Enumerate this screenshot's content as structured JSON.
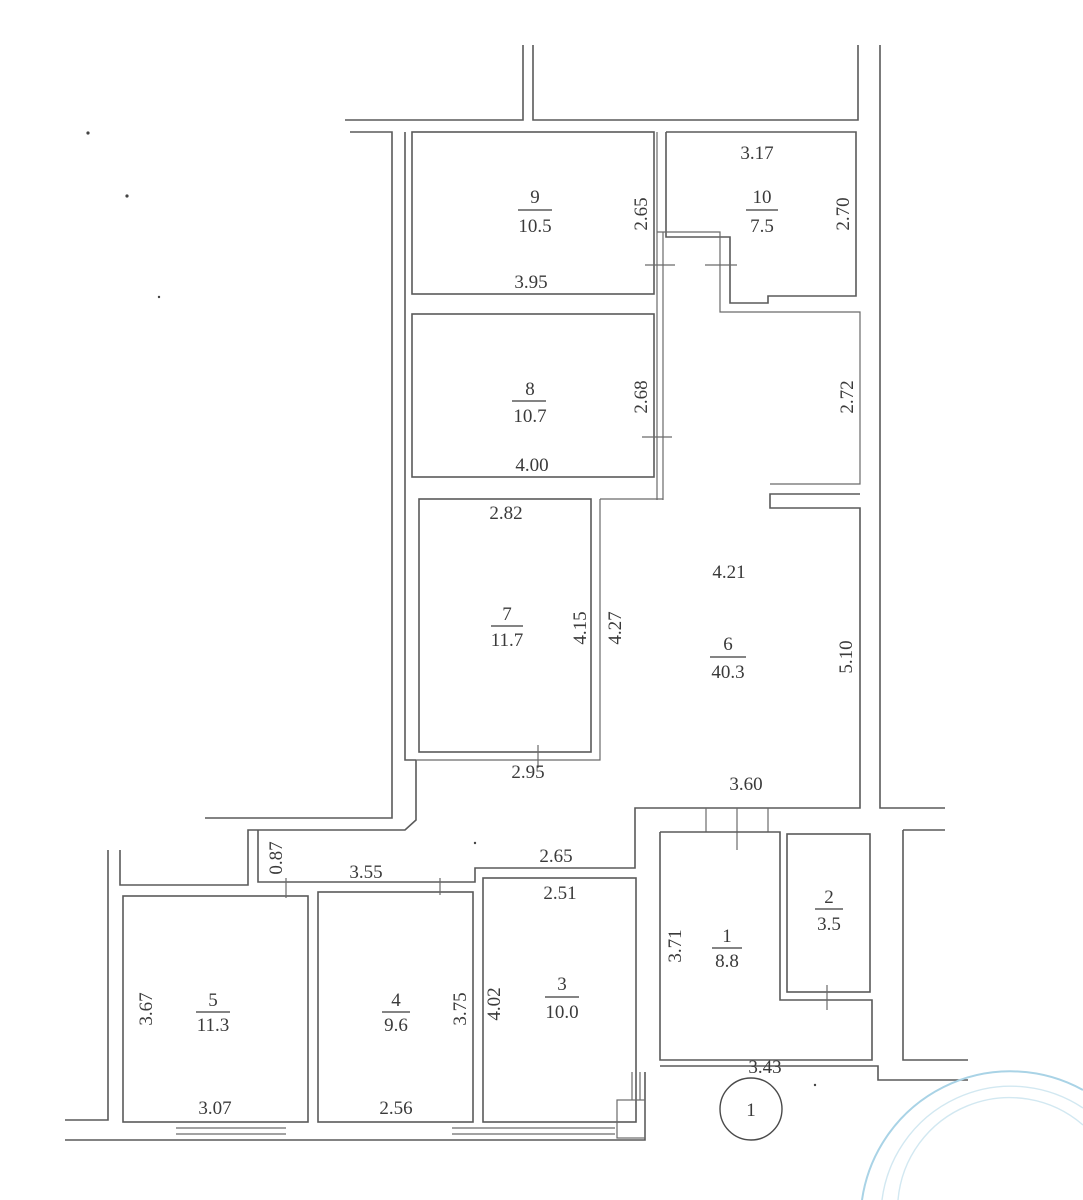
{
  "plan": {
    "marker_label": "1",
    "stamp_color": "#a9d3e6",
    "line_color": "#5a5a5a"
  },
  "rooms": {
    "r1": {
      "number": "1",
      "area": "8.8"
    },
    "r2": {
      "number": "2",
      "area": "3.5"
    },
    "r3": {
      "number": "3",
      "area": "10.0"
    },
    "r4": {
      "number": "4",
      "area": "9.6"
    },
    "r5": {
      "number": "5",
      "area": "11.3"
    },
    "r6": {
      "number": "6",
      "area": "40.3"
    },
    "r7": {
      "number": "7",
      "area": "11.7"
    },
    "r8": {
      "number": "8",
      "area": "10.7"
    },
    "r9": {
      "number": "9",
      "area": "10.5"
    },
    "r10": {
      "number": "10",
      "area": "7.5"
    }
  },
  "dimensions": {
    "r9_width": "3.95",
    "r9_height": "2.65",
    "r10_width": "3.17",
    "r10_height": "2.70",
    "r8_width": "4.00",
    "r8_height": "2.68",
    "corridor_height": "2.72",
    "r7_top": "2.82",
    "r7_bottom": "2.95",
    "r7_height": "4.15",
    "r6_left": "4.27",
    "r6_width": "4.21",
    "r6_height": "5.10",
    "r6_bottom": "3.60",
    "passage": "0.87",
    "hall": "3.55",
    "r3_top_outer": "2.65",
    "r3_top": "2.51",
    "r3_height": "4.02",
    "r4_height": "3.75",
    "r4_width": "2.56",
    "r5_height": "3.67",
    "r5_width": "3.07",
    "r1_height": "3.71",
    "r1_width": "3.43"
  }
}
